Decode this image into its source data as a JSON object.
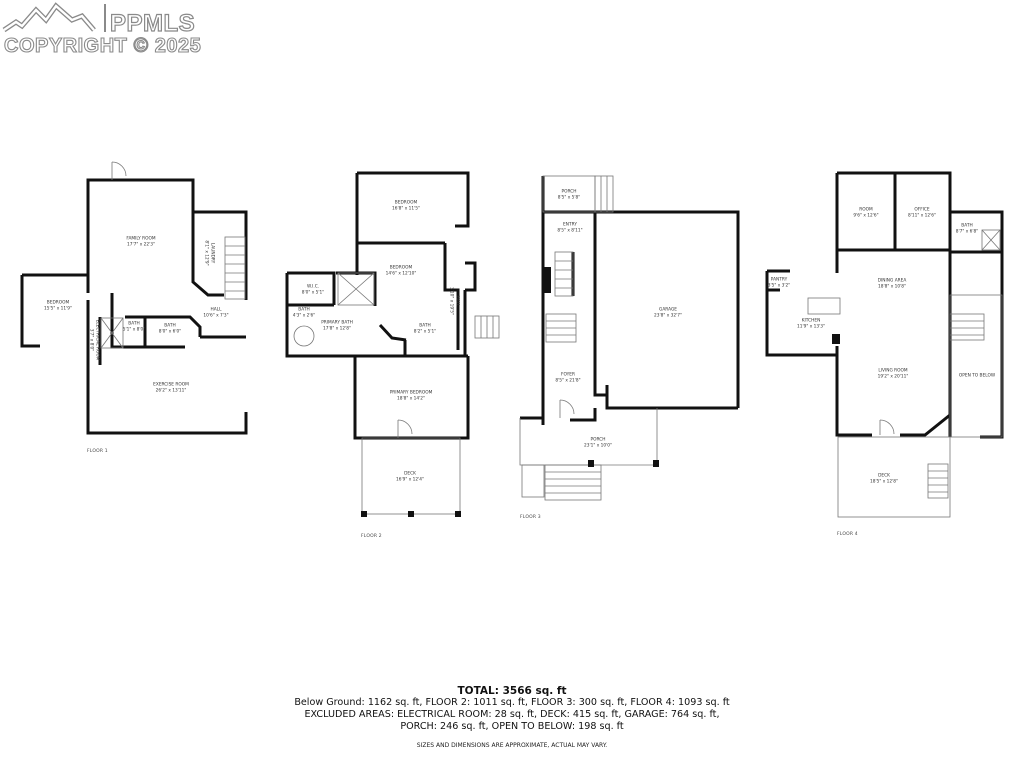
{
  "logo": {
    "brand": "PPMLS",
    "copyright": "COPYRIGHT © 2025"
  },
  "floors": [
    {
      "label": "FLOOR 1",
      "rooms": [
        {
          "name": "FAMILY ROOM",
          "size": "17'7\" x 22'3\""
        },
        {
          "name": "LAUNDRY",
          "size": "8'1\" x 12'9\""
        },
        {
          "name": "BEDROOM",
          "size": "15'5\" x 11'9\""
        },
        {
          "name": "ELECTRICAL ROOM",
          "size": "3'7\" x 8'0\""
        },
        {
          "name": "BATH",
          "size": "5'1\" x 8'0\""
        },
        {
          "name": "BATH",
          "size": "8'0\" x 6'0\""
        },
        {
          "name": "HALL",
          "size": "10'6\" x 7'3\""
        },
        {
          "name": "EXERCISE ROOM",
          "size": "26'2\" x 13'11\""
        }
      ]
    },
    {
      "label": "FLOOR 2",
      "rooms": [
        {
          "name": "BEDROOM",
          "size": "16'8\" x 11'5\""
        },
        {
          "name": "BEDROOM",
          "size": "14'6\" x 12'10\""
        },
        {
          "name": "W.I.C.",
          "size": "8'0\" x 5'1\""
        },
        {
          "name": "BATH",
          "size": "4'3\" x 2'6\""
        },
        {
          "name": "PRIMARY BATH",
          "size": "17'8\" x 12'8\""
        },
        {
          "name": "BATH",
          "size": "8'2\" x 5'1\""
        },
        {
          "name": "HALL",
          "size": "3'10\" x 19'5\""
        },
        {
          "name": "PRIMARY BEDROOM",
          "size": "18'8\" x 14'2\""
        },
        {
          "name": "DECK",
          "size": "16'9\" x 12'4\""
        }
      ]
    },
    {
      "label": "FLOOR 3",
      "rooms": [
        {
          "name": "PORCH",
          "size": "8'5\" x 5'8\""
        },
        {
          "name": "ENTRY",
          "size": "8'5\" x 8'11\""
        },
        {
          "name": "GARAGE",
          "size": "23'8\" x 32'7\""
        },
        {
          "name": "FOYER",
          "size": "8'5\" x 21'8\""
        },
        {
          "name": "PORCH",
          "size": "23'1\" x 10'0\""
        }
      ]
    },
    {
      "label": "FLOOR 4",
      "rooms": [
        {
          "name": "ROOM",
          "size": "9'6\" x 12'6\""
        },
        {
          "name": "OFFICE",
          "size": "8'11\" x 12'6\""
        },
        {
          "name": "BATH",
          "size": "8'7\" x 6'8\""
        },
        {
          "name": "PANTRY",
          "size": "3'5\" x 3'2\""
        },
        {
          "name": "DINING AREA",
          "size": "18'8\" x 10'8\""
        },
        {
          "name": "KITCHEN",
          "size": "11'9\" x 13'3\""
        },
        {
          "name": "LIVING ROOM",
          "size": "19'2\" x 20'11\""
        },
        {
          "name": "OPEN TO BELOW",
          "size": ""
        },
        {
          "name": "DECK",
          "size": "18'5\" x 12'8\""
        }
      ]
    }
  ],
  "summary": {
    "total": "TOTAL: 3566 sq. ft",
    "line1": "Below Ground: 1162 sq. ft, FLOOR 2: 1011 sq. ft, FLOOR 3: 300 sq. ft, FLOOR 4: 1093 sq. ft",
    "line2": "EXCLUDED AREAS: ELECTRICAL ROOM: 28 sq. ft, DECK: 415 sq. ft, GARAGE: 764 sq. ft,",
    "line3": "PORCH: 246 sq. ft, OPEN TO BELOW: 198 sq. ft",
    "disclaimer": "SIZES AND DIMENSIONS ARE APPROXIMATE, ACTUAL MAY VARY."
  }
}
